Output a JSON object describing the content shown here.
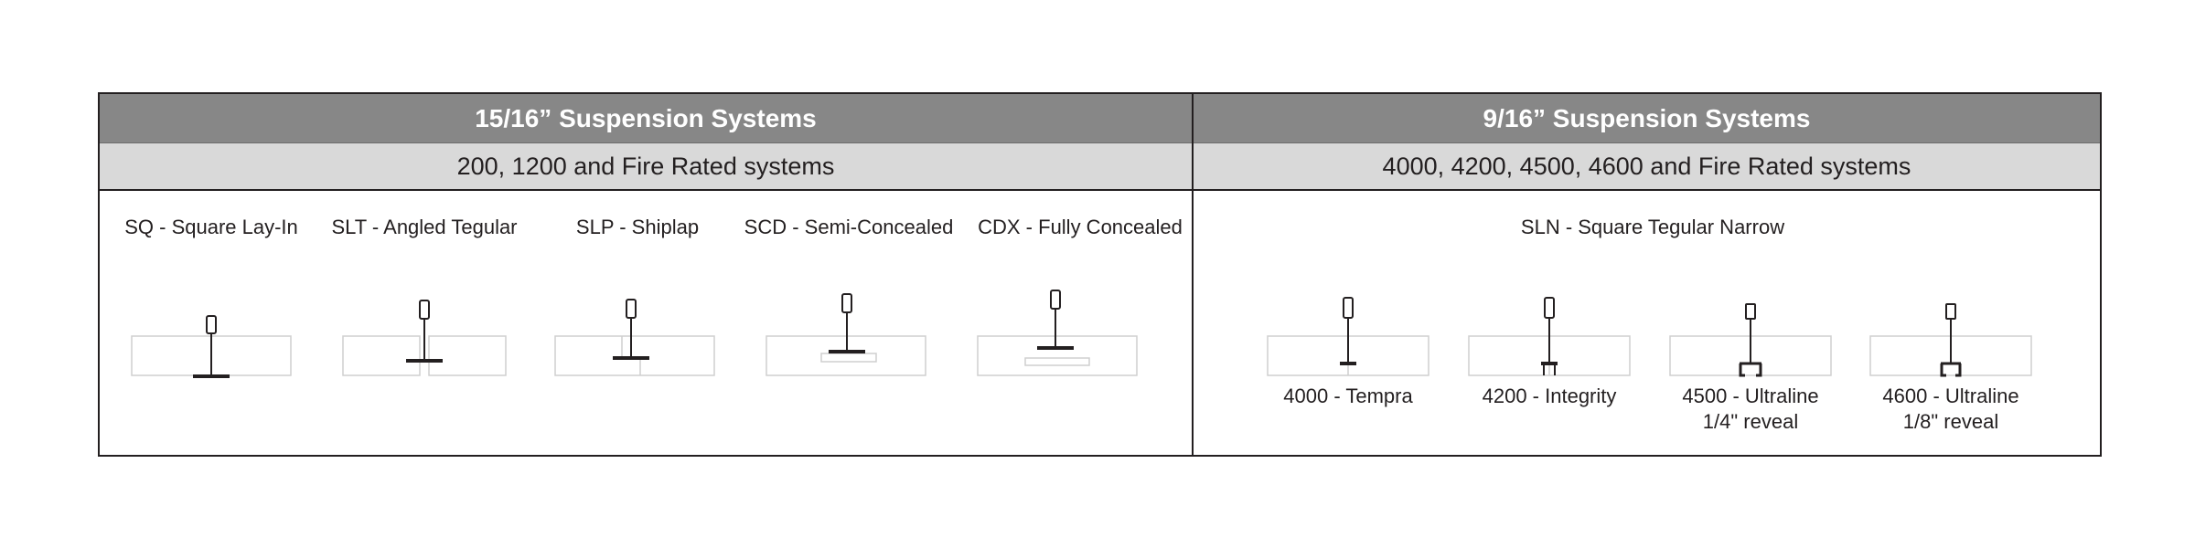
{
  "left_panel": {
    "title": "15/16” Suspension Systems",
    "subtitle": "200, 1200 and Fire Rated systems",
    "profiles": [
      {
        "label": "SQ - Square Lay-In",
        "style": "square-lay-in"
      },
      {
        "label": "SLT - Angled Tegular",
        "style": "angled-tegular"
      },
      {
        "label": "SLP - Shiplap",
        "style": "shiplap"
      },
      {
        "label": "SCD - Semi-Concealed",
        "style": "semi-concealed"
      },
      {
        "label": "CDX - Fully Concealed",
        "style": "fully-concealed"
      }
    ]
  },
  "right_panel": {
    "title": "9/16” Suspension Systems",
    "subtitle": "4000, 4200, 4500, 4600 and Fire Rated systems",
    "edge_label": "SLN - Square Tegular Narrow",
    "grids": [
      {
        "line1": "4000 - Tempra",
        "line2": "",
        "style": "tempra"
      },
      {
        "line1": "4200 - Integrity",
        "line2": "",
        "style": "integrity"
      },
      {
        "line1": "4500 - Ultraline",
        "line2": "1/4\" reveal",
        "style": "ultraline-quarter"
      },
      {
        "line1": "4600 - Ultraline",
        "line2": "1/8\" reveal",
        "style": "ultraline-eighth"
      }
    ]
  },
  "colors": {
    "header": "#878787",
    "subheader": "#d9d9d9",
    "line": "#231f20",
    "panel_edge": "#cfcfcf"
  }
}
